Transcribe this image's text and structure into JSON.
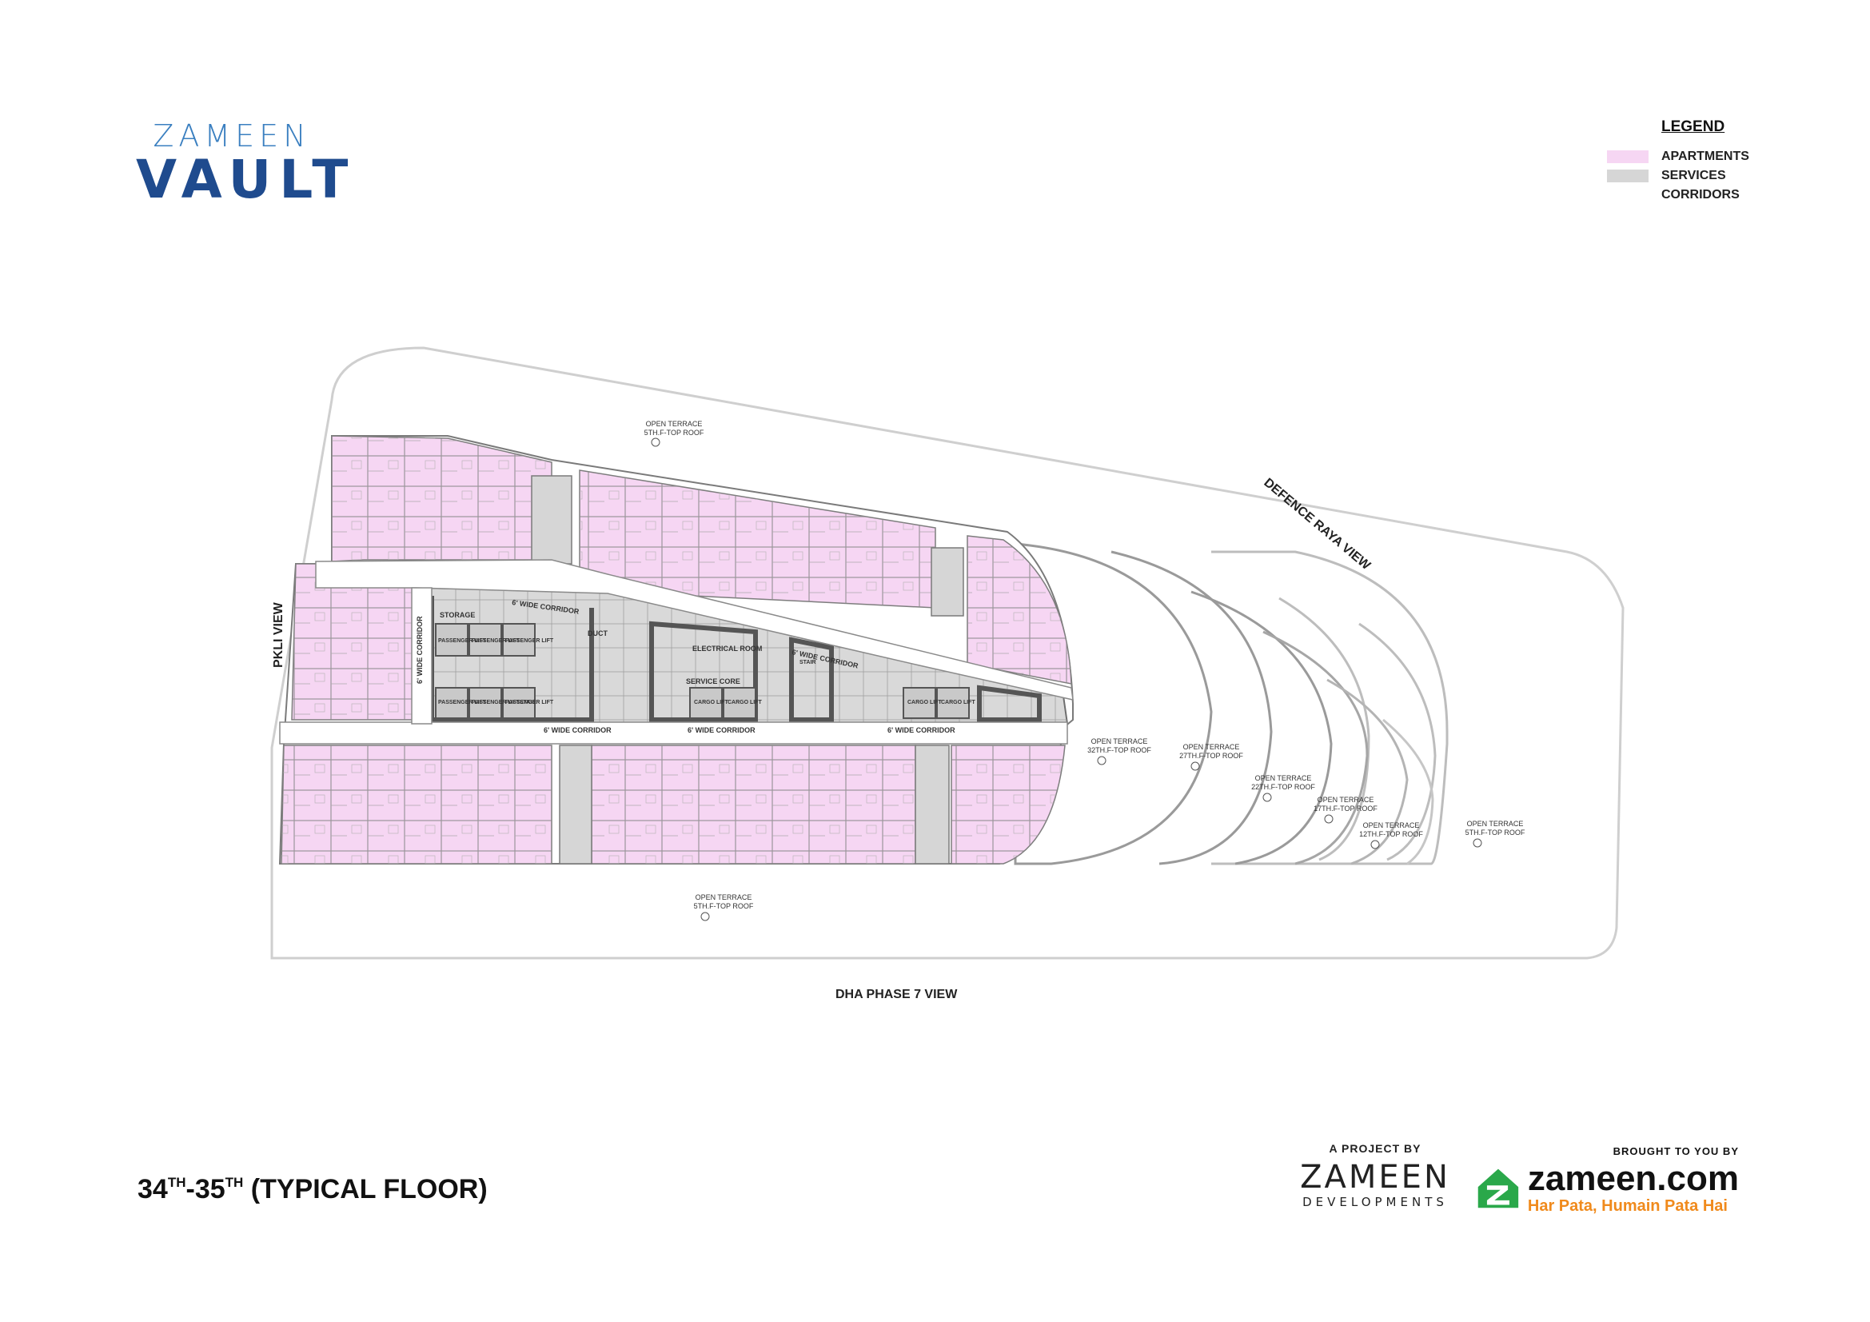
{
  "logo": {
    "line1": "ZAMEEN",
    "line2": "VAULT"
  },
  "legend": {
    "title": "LEGEND",
    "items": [
      {
        "label": "APARTMENTS",
        "color": "#f6d6f3"
      },
      {
        "label": "SERVICES",
        "color": "#d6d6d6"
      },
      {
        "label": "CORRIDORS",
        "color": "#ffffff"
      }
    ]
  },
  "views": {
    "top_right": "DEFENCE RAYA VIEW",
    "left": "PKLI VIEW",
    "bottom": "DHA PHASE 7 VIEW"
  },
  "terraces": [
    {
      "name": "OPEN TERRACE",
      "level": "5TH.F-TOP ROOF"
    },
    {
      "name": "OPEN TERRACE",
      "level": "5TH.F-TOP ROOF"
    },
    {
      "name": "OPEN TERRACE",
      "level": "32TH.F-TOP ROOF"
    },
    {
      "name": "OPEN TERRACE",
      "level": "27TH.F-TOP ROOF"
    },
    {
      "name": "OPEN TERRACE",
      "level": "22TH.F-TOP ROOF"
    },
    {
      "name": "OPEN TERRACE",
      "level": "17TH.F-TOP ROOF"
    },
    {
      "name": "OPEN TERRACE",
      "level": "12TH.F-TOP ROOF"
    },
    {
      "name": "OPEN TERRACE",
      "level": "5TH.F-TOP ROOF"
    }
  ],
  "core_labels": {
    "corridor": "6' WIDE CORRIDOR",
    "storage": "STORAGE",
    "passenger_lift": "PASSENGER LIFT",
    "duct": "DUCT",
    "electrical_room": "ELECTRICAL ROOM",
    "service_core": "SERVICE CORE",
    "cargo_lift": "CARGO LIFT",
    "stair": "STAIR"
  },
  "floor_title": {
    "base1": "34",
    "sup1": "TH",
    "dash": "-",
    "base2": "35",
    "sup2": "TH",
    "rest": " (TYPICAL FLOOR)"
  },
  "project_by": {
    "caption": "A PROJECT BY",
    "name": "ZAMEEN",
    "sub": "DEVELOPMENTS"
  },
  "brought_by": {
    "caption": "BROUGHT TO YOU BY",
    "site": "zameen.com",
    "tagline": "Har Pata, Humain Pata Hai",
    "tag_color": "#f08a1c",
    "icon_color": "#2aa84a"
  }
}
